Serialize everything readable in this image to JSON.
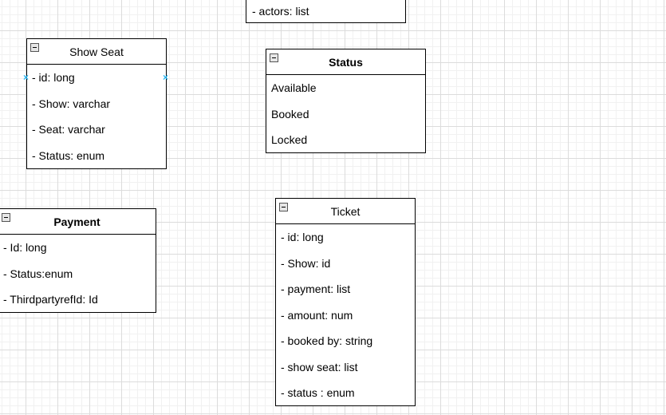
{
  "actors_box": {
    "attrs": [
      "- actors: list"
    ]
  },
  "show_seat": {
    "title": "Show Seat",
    "attrs": [
      "- id: long",
      "- Show: varchar",
      "- Seat: varchar",
      "- Status: enum"
    ]
  },
  "status": {
    "title": "Status",
    "attrs": [
      "Available",
      "Booked",
      "Locked"
    ]
  },
  "payment": {
    "title": "Payment",
    "attrs": [
      "- Id: long",
      "- Status:enum",
      "- ThirdpartyrefId: Id"
    ]
  },
  "ticket": {
    "title": "Ticket",
    "attrs": [
      "- id: long",
      "- Show: id",
      "- payment: list",
      "- amount: num",
      "- booked by: string",
      "- show seat: list",
      "- status : enum"
    ]
  },
  "handle_glyph": "×"
}
